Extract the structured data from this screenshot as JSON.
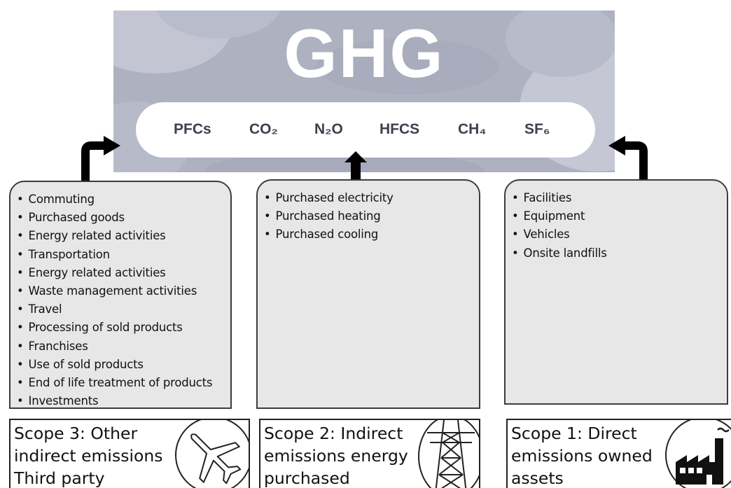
{
  "banner": {
    "title": "GHG",
    "gases": [
      "PFCs",
      "CO₂",
      "N₂O",
      "HFCS",
      "CH₄",
      "SF₆"
    ]
  },
  "scope3": {
    "items": [
      "Commuting",
      "Purchased goods",
      "Energy related activities",
      "Transportation",
      "Energy related activities",
      "Waste management activities",
      "Travel",
      "Processing of sold products",
      "Franchises",
      "Use of sold products",
      "End of life treatment of products",
      "Investments"
    ],
    "label_lines": [
      "Scope 3: Other",
      "indirect emissions",
      "Third party"
    ],
    "icon": "airplane-icon"
  },
  "scope2": {
    "items": [
      "Purchased electricity",
      "Purchased heating",
      "Purchased cooling"
    ],
    "label_lines": [
      "Scope 2: Indirect",
      "emissions energy",
      "purchased"
    ],
    "icon": "power-tower-icon"
  },
  "scope1": {
    "items": [
      "Facilities",
      "Equipment",
      "Vehicles",
      "Onsite landfills"
    ],
    "label_lines": [
      "Scope 1: Direct",
      "emissions owned",
      "assets"
    ],
    "icon": "factory-icon"
  },
  "colors": {
    "banner_bg": "#aeb1c0",
    "cloud": "#c3c5d2",
    "gas_text": "#3e404d",
    "box_bg": "#e7e7e7",
    "arrow": "#000000"
  }
}
